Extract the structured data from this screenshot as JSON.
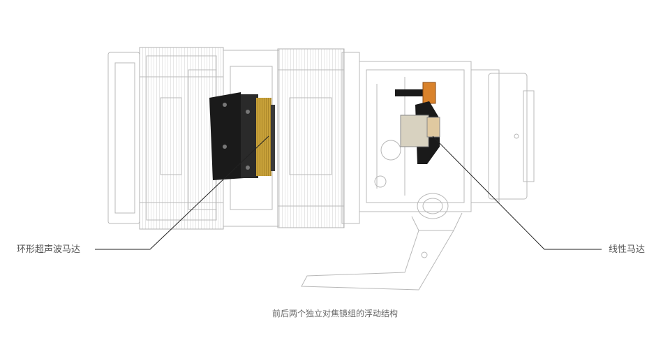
{
  "labels": {
    "ring_motor": "环形超声波马达",
    "linear_motor": "线性马达"
  },
  "caption": "前后两个独立对焦镜组的浮动结构",
  "colors": {
    "outline": "#b8b8b8",
    "dark_component": "#1a1a1a",
    "gold_ring": "#c9a23a",
    "orange_part": "#d9822b",
    "leader_line": "#222222"
  }
}
